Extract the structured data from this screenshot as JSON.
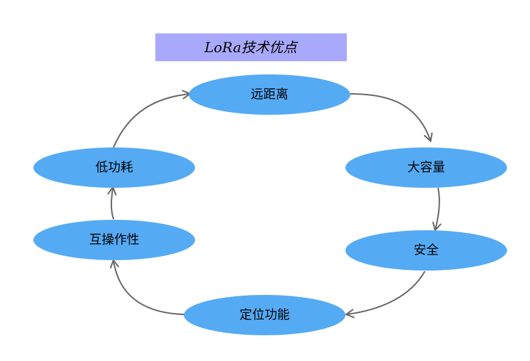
{
  "title": {
    "text": "LoRa技术优点",
    "bg_color": "#a9a9fb"
  },
  "colors": {
    "node_fill": "#55aaf4",
    "arrow": "#666666",
    "text": "#000000"
  },
  "nodes": [
    {
      "id": "long-range",
      "label": "远距离"
    },
    {
      "id": "large-capacity",
      "label": "大容量"
    },
    {
      "id": "security",
      "label": "安全"
    },
    {
      "id": "positioning",
      "label": "定位功能"
    },
    {
      "id": "interoperability",
      "label": "互操作性"
    },
    {
      "id": "low-power",
      "label": "低功耗"
    }
  ],
  "flow": "clockwise-cycle"
}
